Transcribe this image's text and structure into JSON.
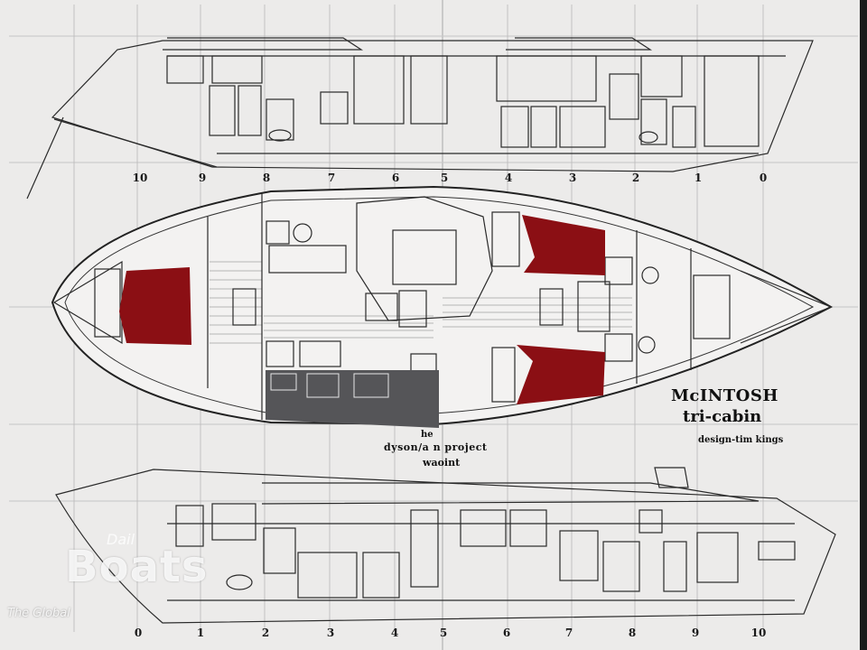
{
  "drawing": {
    "title_line1": "McINTOSH",
    "title_line2": "tri-cabin",
    "designer": "design-tim kings",
    "project_line1": "he",
    "project_line2": "dyson/a n project",
    "project_line3": "waoint"
  },
  "stations_top": [
    "10",
    "9",
    "8",
    "7",
    "6",
    "5",
    "4",
    "3",
    "2",
    "1",
    "0"
  ],
  "stations_bottom": [
    "0",
    "1",
    "2",
    "3",
    "4",
    "5",
    "6",
    "7",
    "8",
    "9",
    "10"
  ],
  "watermark": {
    "top": "Dail",
    "brand": "Boats",
    "tagline": "The Global"
  },
  "colors": {
    "paper": "#ecebea",
    "ink": "#2a2a2a",
    "cabin_red": "#8b0f14",
    "galley_gray": "#555558"
  }
}
